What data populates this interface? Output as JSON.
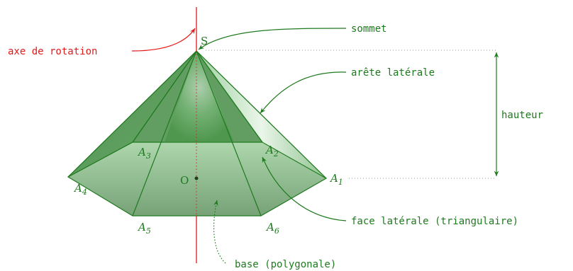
{
  "colors": {
    "green": "#1f7a1f",
    "red": "#e31a1c",
    "face_fill": "#4e9a4e",
    "base_fill": "#6a9a6a"
  },
  "labels": {
    "apex": "S",
    "center": "O",
    "rotation_axis": "axe de rotation",
    "apex_name": "sommet",
    "lateral_edge": "arête latérale",
    "height": "hauteur",
    "lateral_face": "face latérale (triangulaire)",
    "base": "base (polygonale)"
  },
  "vertices": [
    {
      "letter": "A",
      "index": "1"
    },
    {
      "letter": "A",
      "index": "2"
    },
    {
      "letter": "A",
      "index": "3"
    },
    {
      "letter": "A",
      "index": "4"
    },
    {
      "letter": "A",
      "index": "5"
    },
    {
      "letter": "A",
      "index": "6"
    }
  ]
}
